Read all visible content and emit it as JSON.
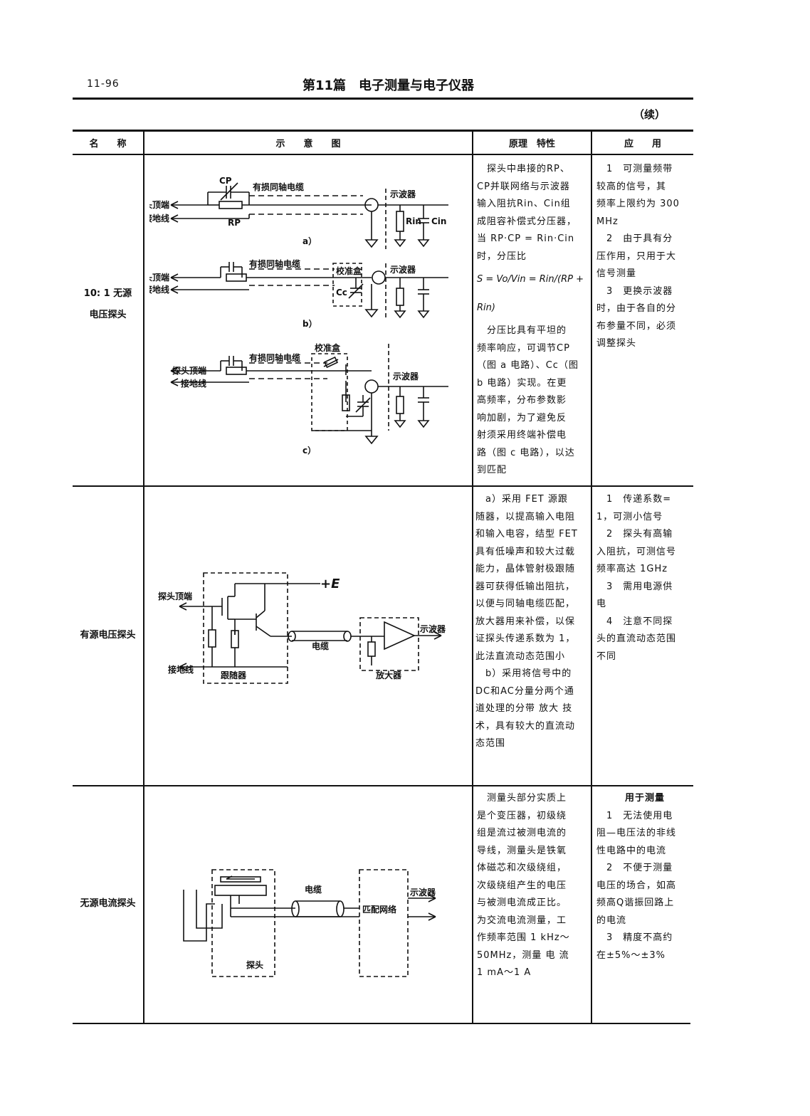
{
  "header": {
    "page_number": "11-96",
    "title": "第11篇　电子测量与电子仪器",
    "continued": "（续）"
  },
  "table": {
    "columns": [
      "名　　称",
      "示　　意　　图",
      "原理　特性",
      "应　　用"
    ],
    "rows": [
      {
        "name_line1": "10: 1 无源",
        "name_line2": "电压探头",
        "principle": [
          "　探头中串接的RP、",
          "CP并联网络与示波器",
          "输入阻抗Rin、Cin组",
          "成阻容补偿式分压器，",
          "当 RP·CP = Rin·Cin",
          "时，分压比"
        ],
        "formula": "S = Vo/Vin = Rin/(RP + Rin)",
        "principle2": [
          "　分压比具有平坦的",
          "频率响应，可调节CP",
          "（图 a 电路）、Cc（图",
          "b 电路）实现。在更",
          "高频率，分布参数影",
          "响加剧，为了避免反",
          "射须采用终端补偿电",
          "路（图 c 电路），以达",
          "到匹配"
        ],
        "application": [
          "　1　可测量频带",
          "较高的信号，其",
          "频率上限约为 300",
          "MHz",
          "　2　由于具有分",
          "压作用，只用于大",
          "信号测量",
          "　3　更换示波器",
          "时，由于各自的分",
          "布参量不同，必须",
          "调整探头"
        ],
        "diagram": {
          "a_label": "a）",
          "b_label": "b）",
          "c_label": "c）",
          "probe_tip": "探头顶端",
          "ground": "接地线",
          "cable": "有损同轴电缆",
          "scope": "示波器",
          "box": "校准盒",
          "cp": "CP",
          "rp": "RP",
          "rin": "Rin",
          "cin": "Cin",
          "cc": "Cc"
        }
      },
      {
        "name": "有源电压探头",
        "principle": [
          "　a）采用 FET 源跟",
          "随器，以提高输入电阻",
          "和输入电容，结型 FET",
          "具有低噪声和较大过载",
          "能力，晶体管射极跟随",
          "器可获得低输出阻抗，",
          "以便与同轴电缆匹配，",
          "放大器用来补偿，以保",
          "证探头传递系数为 1，",
          "此法直流动态范围小",
          "　b）采用将信号中的",
          "DC和AC分量分两个通",
          "道处理的分带 放大 技",
          "术，具有较大的直流动",
          "态范围"
        ],
        "application": [
          "　1　传递系数=",
          "1，可测小信号",
          "　2　探头有高输",
          "入阻抗，可测信号",
          "频率高达 1GHz",
          "　3　需用电源供",
          "电",
          "　4　注意不同探",
          "头的直流动态范围",
          "不同"
        ],
        "diagram": {
          "probe_tip": "探头顶端",
          "ground": "接地线",
          "supply": "+E",
          "follower": "跟随器",
          "cable": "电缆",
          "amp": "放大器",
          "scope": "示波器"
        }
      },
      {
        "name": "无源电流探头",
        "principle": [
          "　测量头部分实质上",
          "是个变压器，初级绕",
          "组是流过被测电流的",
          "导线，测量头是铁氧",
          "体磁芯和次级绕组，",
          "次级绕组产生的电压",
          "与被测电流成正比。",
          "为交流电流测量，工",
          "作频率范围 1 kHz～",
          "50MHz，测量 电 流",
          "1 mA～1 A"
        ],
        "application_title": "用于测量",
        "application": [
          "　1　无法使用电",
          "阻—电压法的非线",
          "性电路中的电流",
          "　2　不便于测量",
          "电压的场合，如高",
          "频高Q谐振回路上",
          "的电流",
          "　3　精度不高约",
          "在±5%～±3%"
        ],
        "diagram": {
          "cable": "电缆",
          "network": "匹配网络",
          "scope": "示波器",
          "probe": "探头"
        }
      }
    ]
  }
}
